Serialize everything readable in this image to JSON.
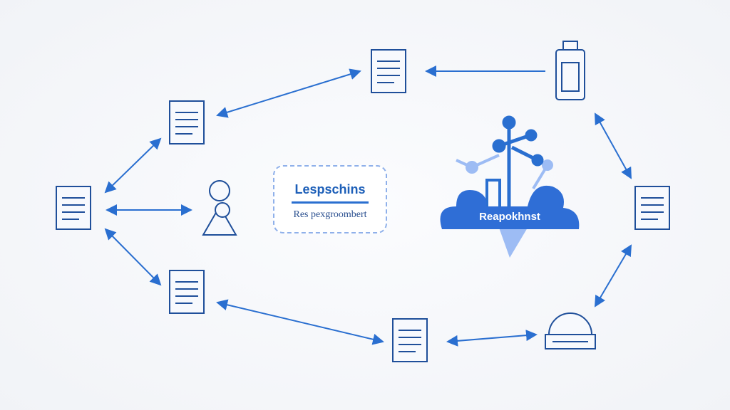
{
  "center_box": {
    "title": "Lespschins",
    "subtitle": "Res pexgroombert"
  },
  "cloud": {
    "label": "Reapokhnst"
  },
  "colors": {
    "accent": "#2a6fd0",
    "light": "#8fb0ea",
    "background": "#f4f6fa"
  }
}
